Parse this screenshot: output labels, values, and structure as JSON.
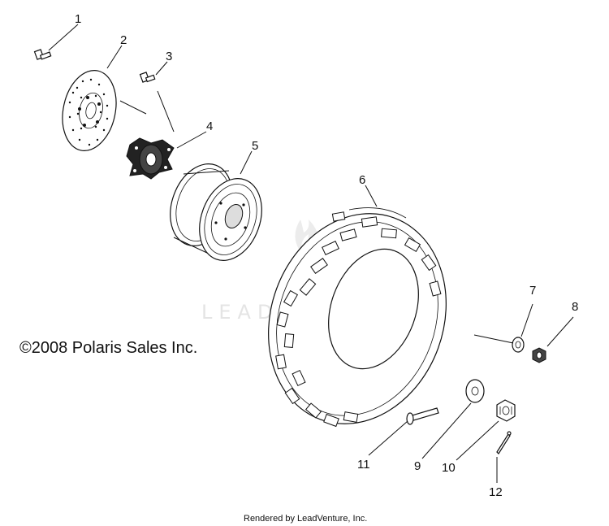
{
  "copyright": "©2008 Polaris Sales Inc.",
  "footer": "Rendered by LeadVenture, Inc.",
  "watermark": "LEADVENTURE",
  "callouts": [
    "1",
    "2",
    "3",
    "4",
    "5",
    "6",
    "7",
    "8",
    "9",
    "10",
    "11",
    "12"
  ]
}
